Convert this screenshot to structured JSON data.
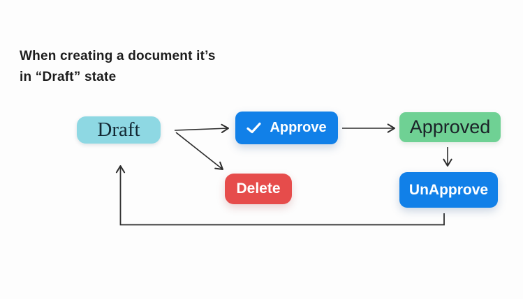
{
  "title": {
    "line1": "When creating a document it’s",
    "line2": "in “Draft” state"
  },
  "diagram": {
    "type": "flowchart",
    "arrow_color": "#2d2d2d",
    "nodes": {
      "draft": {
        "label": "Draft",
        "color": "#8ed8e3",
        "text_color": "#132833",
        "shape": "rounded-rect"
      },
      "approve": {
        "label": "Approve",
        "color": "#1180e8",
        "text_color": "#ffffff",
        "icon": "check-icon",
        "shape": "rounded-rect"
      },
      "approved": {
        "label": "Approved",
        "color": "#6fd194",
        "text_color": "#1b2228",
        "shape": "rounded-rect"
      },
      "delete": {
        "label": "Delete",
        "color": "#e64c4b",
        "text_color": "#ffffff",
        "shape": "rounded-rect"
      },
      "unapprove": {
        "label": "UnApprove",
        "color": "#1180e8",
        "text_color": "#ffffff",
        "shape": "rounded-rect"
      }
    },
    "edges": [
      {
        "from": "draft",
        "to": "approve",
        "style": "arrow"
      },
      {
        "from": "draft",
        "to": "delete",
        "style": "arrow"
      },
      {
        "from": "approve",
        "to": "approved",
        "style": "arrow"
      },
      {
        "from": "approved",
        "to": "unapprove",
        "style": "arrow"
      },
      {
        "from": "unapprove",
        "to": "draft",
        "style": "arrow-loop"
      }
    ]
  }
}
